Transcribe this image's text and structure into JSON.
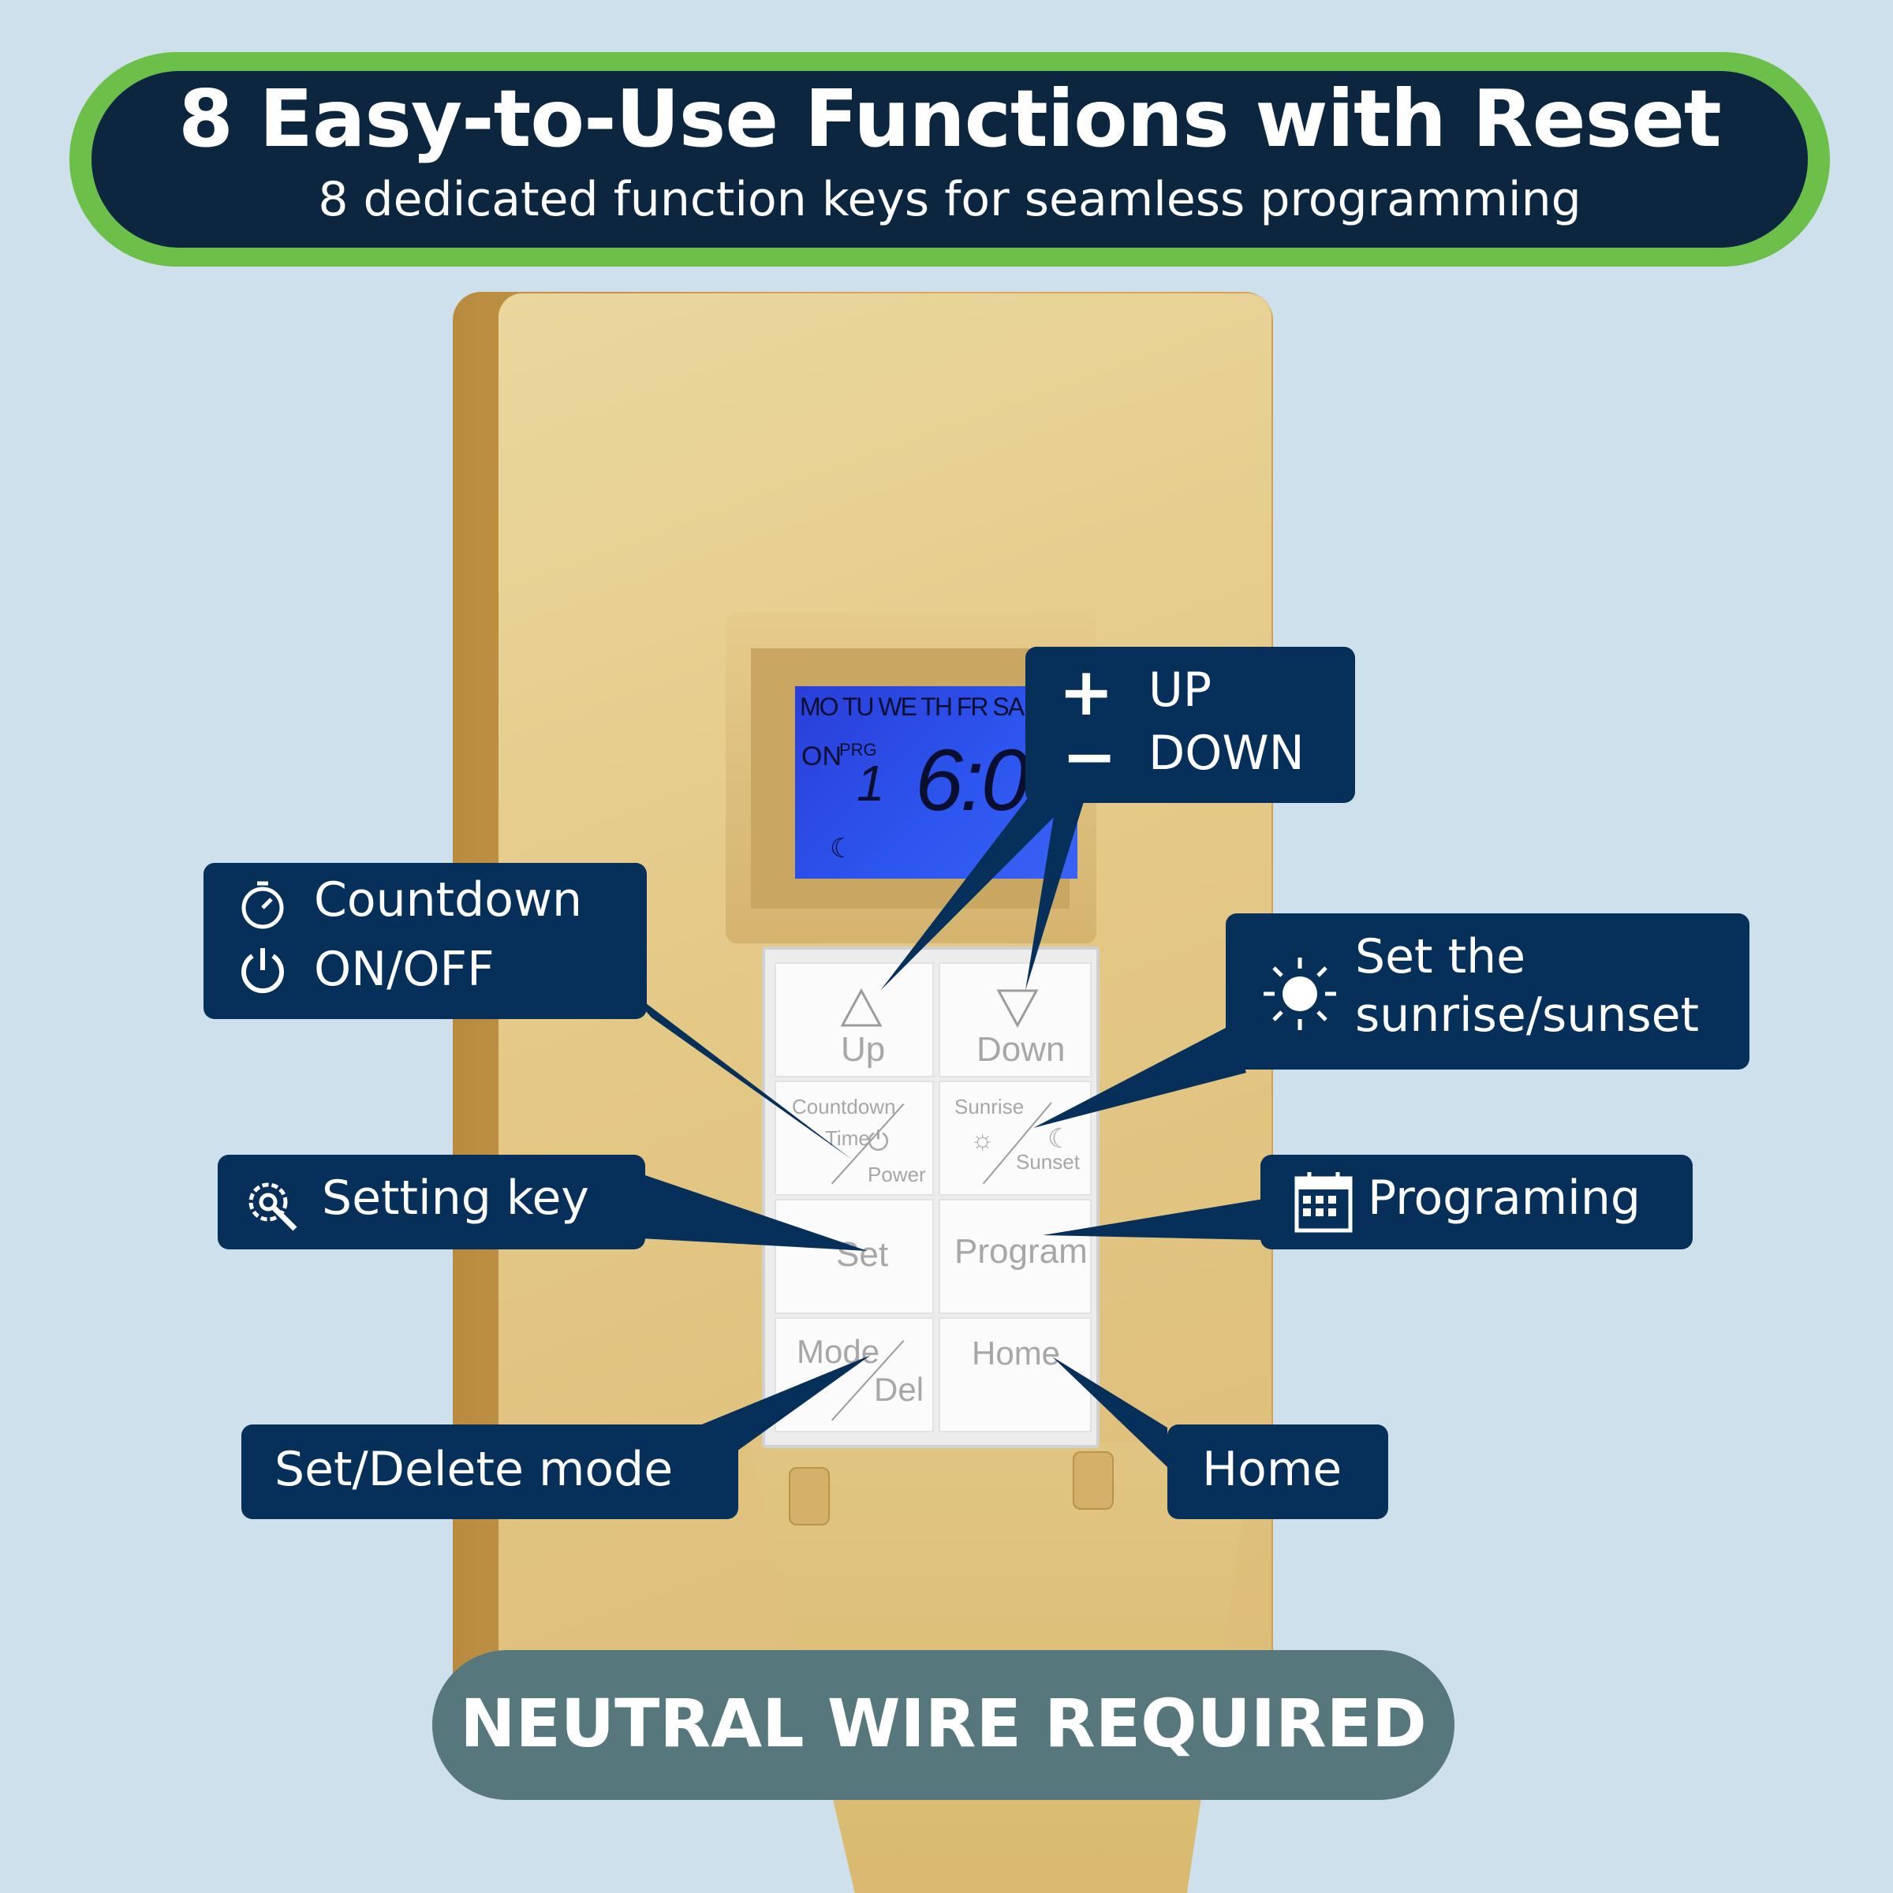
{
  "header": {
    "title": "8 Easy-to-Use Functions with Reset",
    "subtitle": "8 dedicated function keys for seamless programming"
  },
  "lcd": {
    "days": "MO TU WE TH FR SA",
    "on": "ON",
    "prg": "PRG",
    "program_number": "1",
    "time": "6:00"
  },
  "keys": {
    "up": "Up",
    "down": "Down",
    "countdown": "Countdown",
    "time": "Time",
    "power": "Power",
    "sunrise": "Sunrise",
    "sunset": "Sunset",
    "set": "Set",
    "program": "Program",
    "mode": "Mode",
    "del": "Del",
    "home": "Home"
  },
  "callouts": {
    "up": "UP",
    "down": "DOWN",
    "countdown": "Countdown",
    "onoff": "ON/OFF",
    "sun_line1": "Set the",
    "sun_line2": "sunrise/sunset",
    "setting": "Setting key",
    "programing": "Programing",
    "setdelete": "Set/Delete mode",
    "home": "Home"
  },
  "footer": {
    "text": "NEUTRAL WIRE REQUIRED"
  },
  "colors": {
    "background": "#cde0eb",
    "header_border": "#6cc04a",
    "header_fill": "#0c2640",
    "callout": "#06305a",
    "plate": "#e4c886",
    "lcd": "#2d56f0",
    "footer": "#56787c"
  }
}
